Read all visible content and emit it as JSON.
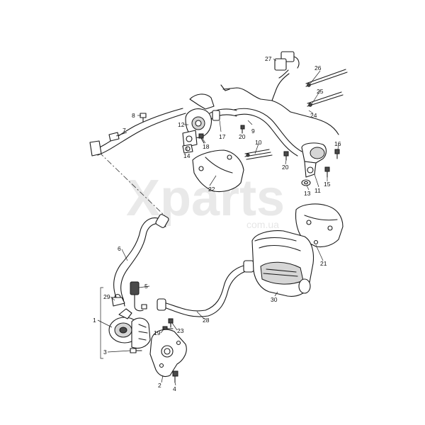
{
  "watermark": {
    "brand": "Xparts",
    "domain": "com.ua"
  },
  "callouts": {
    "c1": "1",
    "c2": "2",
    "c3": "3",
    "c4": "4",
    "c5": "5",
    "c6": "6",
    "c7": "7",
    "c8": "8",
    "c9": "9",
    "c10": "10",
    "c11": "11",
    "c12": "12",
    "c13": "13",
    "c14": "14",
    "c15": "15",
    "c16": "16",
    "c17": "17",
    "c18": "18",
    "c19": "19",
    "c20a": "20",
    "c20b": "20",
    "c21": "21",
    "c22": "22",
    "c23": "23",
    "c24": "24",
    "c25": "25",
    "c26": "26",
    "c27": "27",
    "c28": "28",
    "c29": "29",
    "c30": "30"
  }
}
